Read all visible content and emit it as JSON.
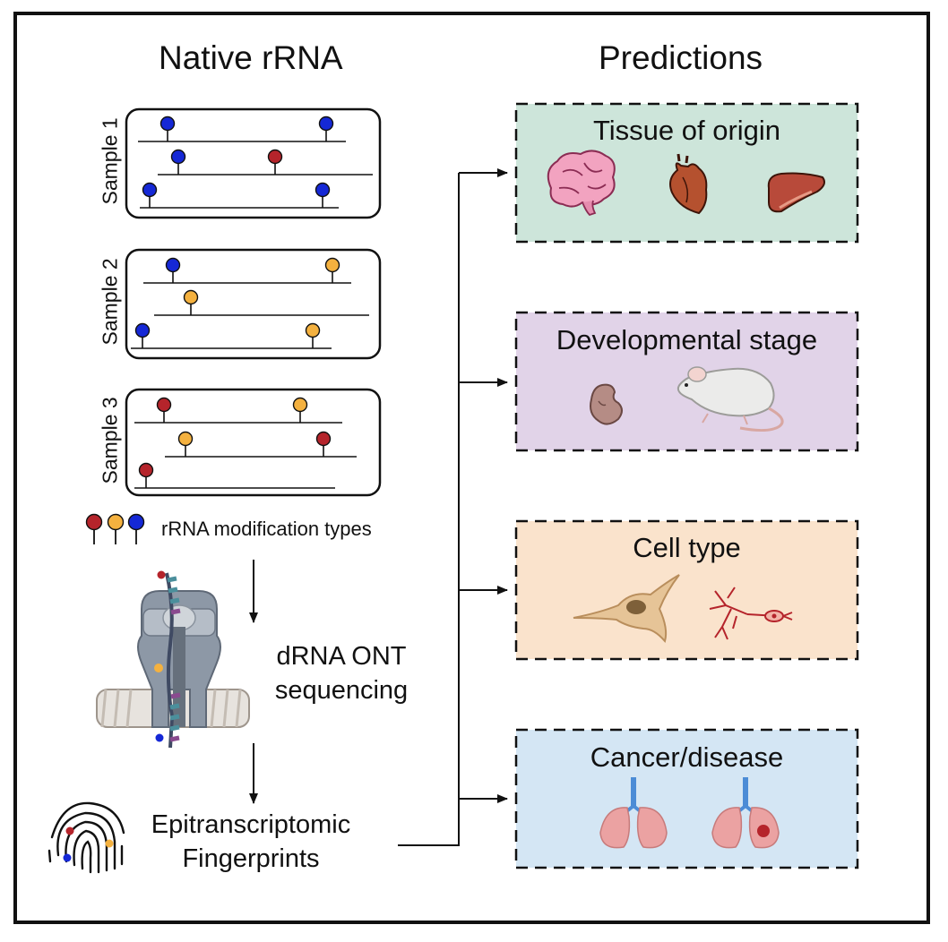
{
  "headings": {
    "left": "Native rRNA",
    "right": "Predictions"
  },
  "samples": [
    {
      "label": "Sample 1",
      "reads": [
        {
          "pins": [
            "blue",
            "blue"
          ]
        },
        {
          "pins": [
            "blue",
            "red"
          ]
        },
        {
          "pins": [
            "blue",
            "blue"
          ]
        }
      ]
    },
    {
      "label": "Sample 2",
      "reads": [
        {
          "pins": [
            "blue",
            "orange"
          ]
        },
        {
          "pins": [
            "orange"
          ]
        },
        {
          "pins": [
            "blue",
            "orange"
          ]
        }
      ]
    },
    {
      "label": "Sample 3",
      "reads": [
        {
          "pins": [
            "red",
            "orange"
          ]
        },
        {
          "pins": [
            "orange",
            "red"
          ]
        },
        {
          "pins": [
            "red"
          ]
        }
      ]
    }
  ],
  "legend": {
    "text": "rRNA modification types",
    "pins": [
      "red",
      "orange",
      "blue"
    ]
  },
  "sequencing": {
    "line1": "dRNA ONT",
    "line2": "sequencing"
  },
  "fingerprint": {
    "line1": "Epitranscriptomic",
    "line2": "Fingerprints"
  },
  "predictions": [
    {
      "title": "Tissue of origin",
      "fill": "#cde5da",
      "icons": [
        "brain-icon",
        "heart-icon",
        "liver-icon"
      ]
    },
    {
      "title": "Developmental stage",
      "fill": "#e1d3e8",
      "icons": [
        "embryo-icon",
        "mouse-icon"
      ]
    },
    {
      "title": "Cell type",
      "fill": "#fae3cc",
      "icons": [
        "fibroblast-cell-icon",
        "neuron-icon"
      ]
    },
    {
      "title": "Cancer/disease",
      "fill": "#d4e6f4",
      "icons": [
        "healthy-lungs-icon",
        "tumor-lungs-icon"
      ]
    }
  ],
  "colors": {
    "blue": "#1528d6",
    "red": "#b5242b",
    "orange": "#f4b13f",
    "line": "#111111"
  }
}
